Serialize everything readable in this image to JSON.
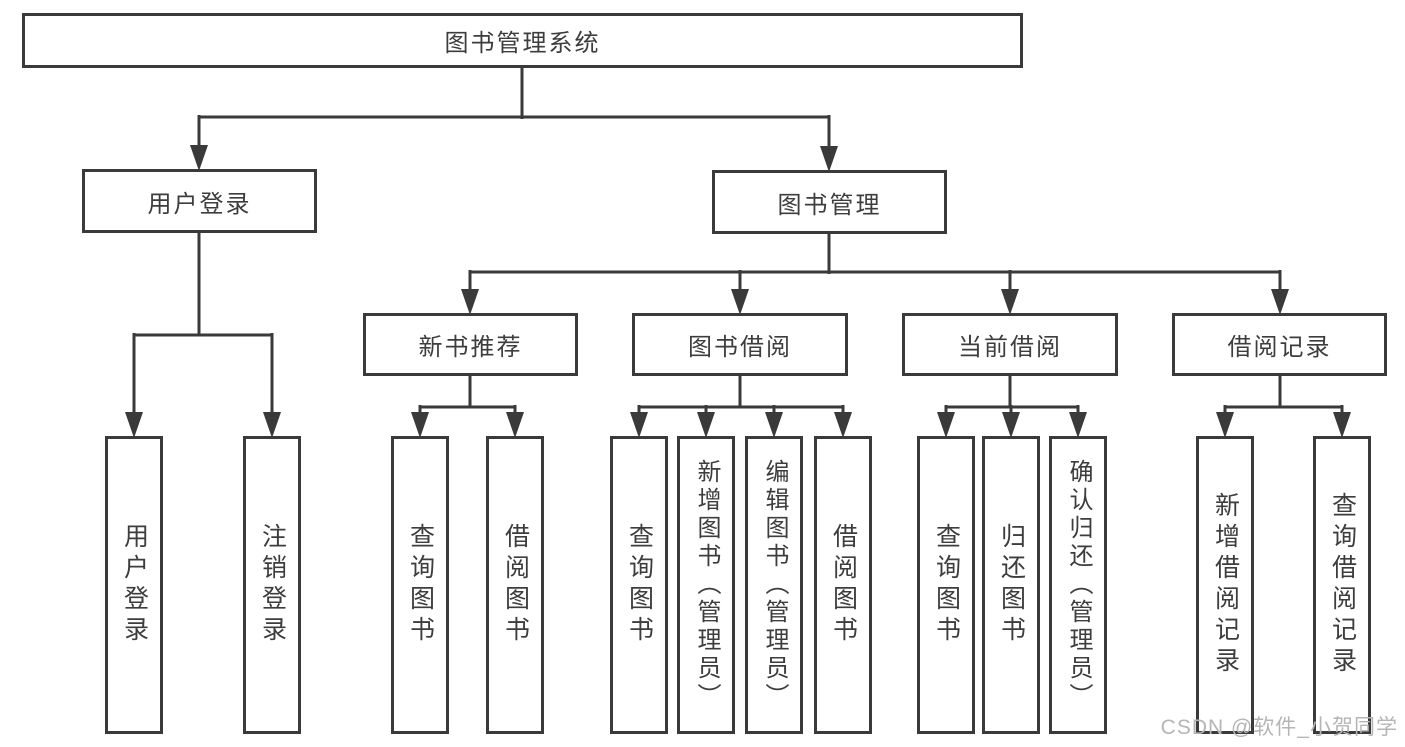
{
  "colors": {
    "line": "#3a3a3a",
    "box_border": "#3a3a3a",
    "text": "#3d3d3d",
    "background": "#ffffff",
    "watermark": "#b5b5b5"
  },
  "watermark": "CSDN @软件_小贺同学",
  "nodes": {
    "root": "图书管理系统",
    "user_login": "用户登录",
    "book_mgmt": "图书管理",
    "new_book_rec": "新书推荐",
    "book_borrow": "图书借阅",
    "current_borrow": "当前借阅",
    "borrow_records": "借阅记录",
    "leaf_user_login": "用户登录",
    "leaf_logout": "注销登录",
    "leaf_rec_query": "查询图书",
    "leaf_rec_borrow": "借阅图书",
    "leaf_bb_query": "查询图书",
    "leaf_bb_add": "新增图书（管理员）",
    "leaf_bb_edit": "编辑图书（管理员）",
    "leaf_bb_borrow": "借阅图书",
    "leaf_cb_query": "查询图书",
    "leaf_cb_return": "归还图书",
    "leaf_cb_confirm": "确认归还（管理员）",
    "leaf_br_add": "新增借阅记录",
    "leaf_br_query": "查询借阅记录"
  }
}
